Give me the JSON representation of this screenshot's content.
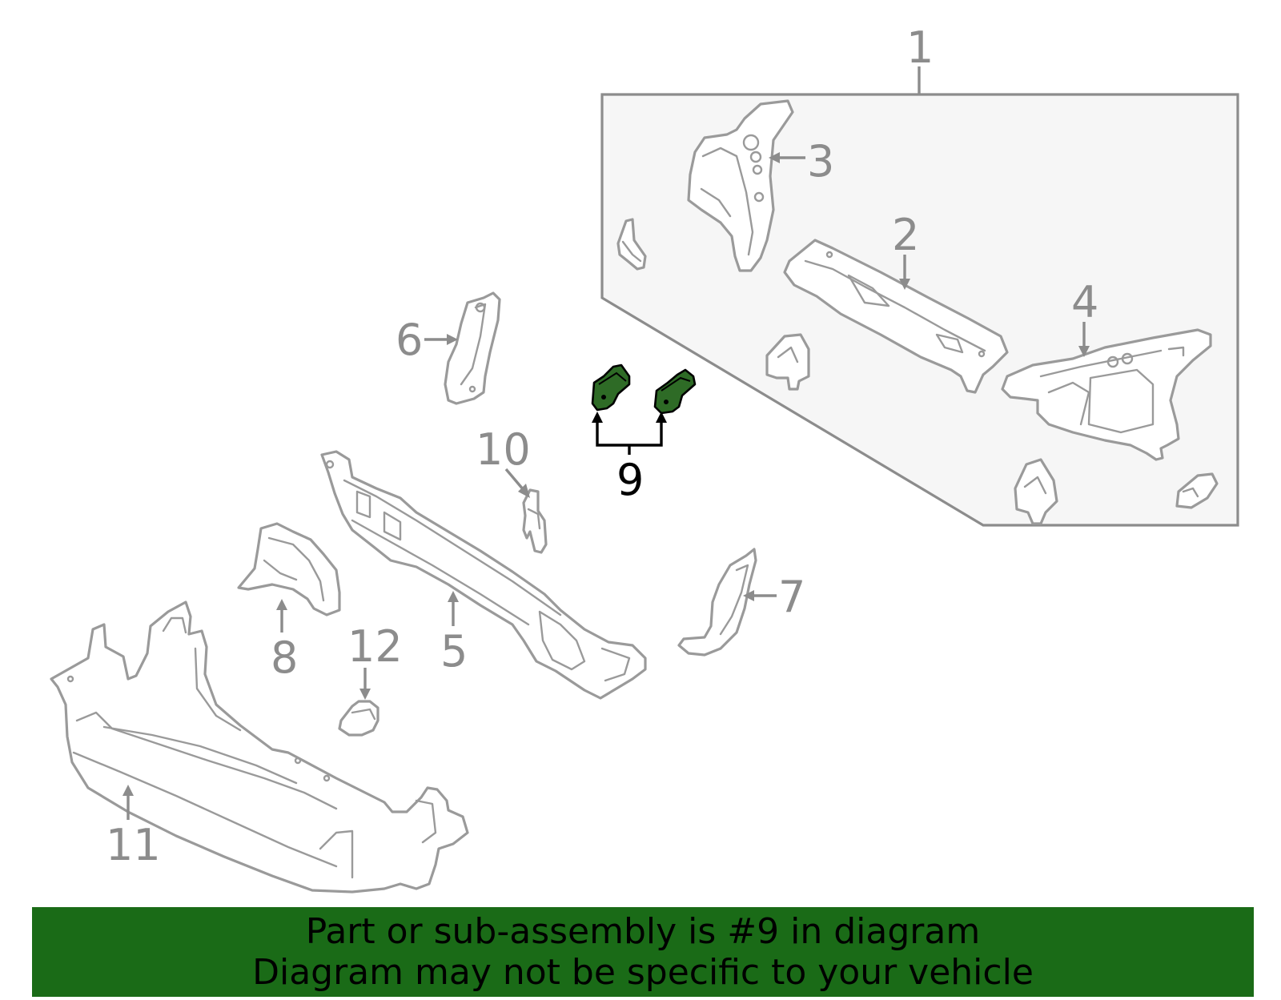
{
  "diagram": {
    "callouts": {
      "c1": "1",
      "c2": "2",
      "c3": "3",
      "c4": "4",
      "c5": "5",
      "c6": "6",
      "c7": "7",
      "c8": "8",
      "c9": "9",
      "c10": "10",
      "c11": "11",
      "c12": "12"
    },
    "highlighted_part": "9",
    "colors": {
      "highlight": "#2e6b26",
      "outline": "#9a9a9a",
      "banner": "#1a6b17"
    }
  },
  "banner": {
    "line1": "Part or sub-assembly is #9 in diagram",
    "line2": "Diagram may not be specific to your vehicle"
  }
}
